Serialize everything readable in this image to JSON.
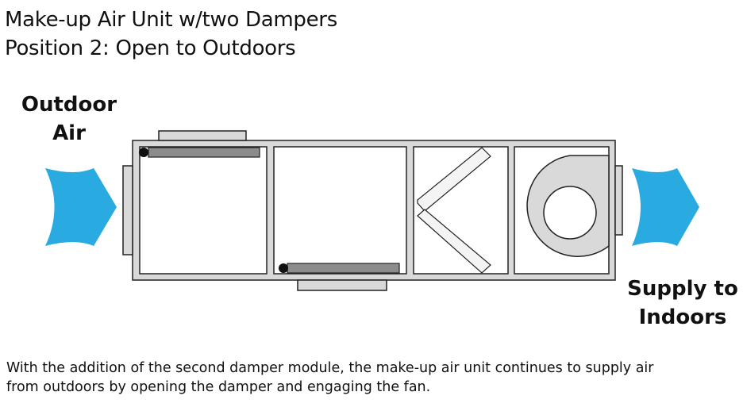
{
  "title": {
    "line1": "Make-up Air Unit w/two Dampers",
    "line2": "Position 2: Open to Outdoors"
  },
  "labels": {
    "outdoor_air": [
      "Outdoor",
      "Air"
    ],
    "supply_to_indoors": [
      "Supply to",
      "Indoors"
    ]
  },
  "caption": {
    "line1": "With the addition of the second damper module, the make-up air unit continues to supply air",
    "line2": "from outdoors by opening the damper and engaging the fan."
  },
  "colors": {
    "arrow": "#29abe2",
    "unit_fill": "#d9d9d9",
    "damper_blade": "#8c8c8c",
    "outline": "#222222"
  },
  "modules": [
    {
      "name": "outdoor-damper-module",
      "damper_state": "open"
    },
    {
      "name": "second-damper-module",
      "damper_state": "open"
    },
    {
      "name": "heat-exchanger-module"
    },
    {
      "name": "fan-module",
      "fan_state": "engaged"
    }
  ]
}
